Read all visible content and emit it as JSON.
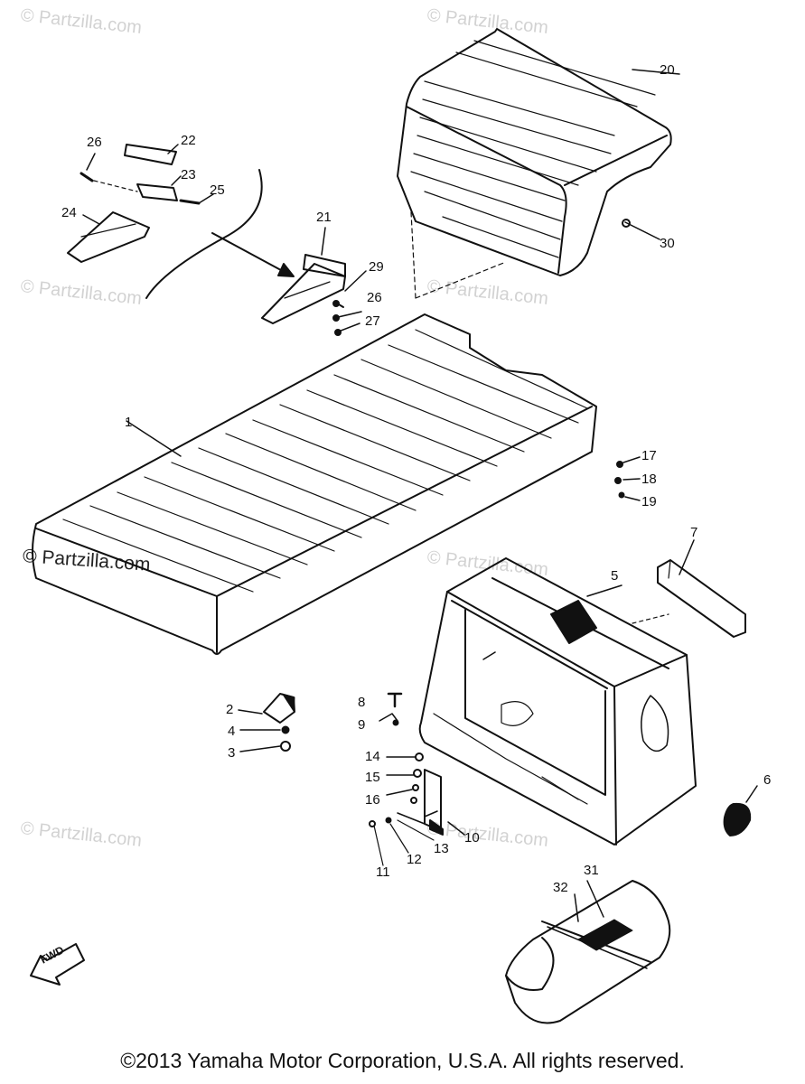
{
  "watermark": {
    "text": "© Partzilla.com",
    "strong_text": "© Partzilla.com"
  },
  "callouts": {
    "c1": "1",
    "c2": "2",
    "c3": "3",
    "c4": "4",
    "c5": "5",
    "c6": "6",
    "c7": "7",
    "c8": "8",
    "c9": "9",
    "c10": "10",
    "c11": "11",
    "c12": "12",
    "c13": "13",
    "c14": "14",
    "c15": "15",
    "c16": "16",
    "c17": "17",
    "c18": "18",
    "c19": "19",
    "c20": "20",
    "c21": "21",
    "c22": "22",
    "c23": "23",
    "c24": "24",
    "c25": "25",
    "c26a": "26",
    "c26b": "26",
    "c27": "27",
    "c29": "29",
    "c30": "30",
    "c31": "31",
    "c32": "32"
  },
  "fwd_label": "FWD",
  "copyright": "©2013 Yamaha Motor Corporation, U.S.A. All rights reserved."
}
